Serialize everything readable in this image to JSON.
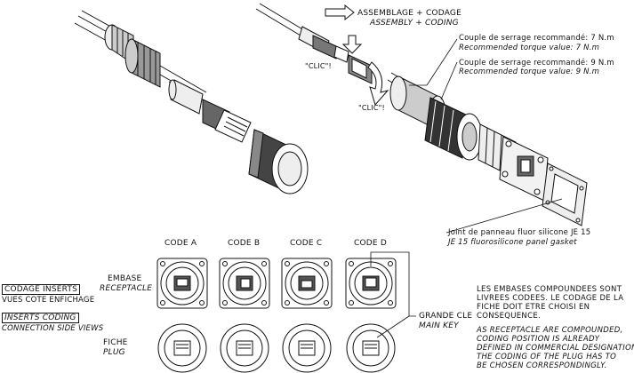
{
  "assembly": {
    "title_fr": "ASSEMBLAGE + CODAGE",
    "title_en": "ASSEMBLY + CODING",
    "clic_1": "\"CLIC\"!",
    "clic_2": "\"CLIC\"!"
  },
  "torque": {
    "plug_fr": "Couple de serrage recommandé: 7 N.m",
    "plug_en": "Recommended torque value: 7 N.m",
    "receptacle_fr": "Couple de serrage recommandé: 9 N.m",
    "receptacle_en": "Recommended torque value: 9 N.m"
  },
  "gasket": {
    "fr": "Joint de panneau fluor silicone JE 15",
    "en": "JE 15 fluorosilicone panel gasket"
  },
  "codes": [
    "CODE A",
    "CODE B",
    "CODE C",
    "CODE D"
  ],
  "rows": {
    "receptacle_fr": "EMBASE",
    "receptacle_en": "RECEPTACLE",
    "plug_fr": "FICHE",
    "plug_en": "PLUG"
  },
  "legend": {
    "coding_fr": "CODAGE INSERTS",
    "coding_fr_sub": "VUES COTE ENFICHAGE",
    "coding_en": "INSERTS CODING",
    "coding_en_sub": "CONNECTION SIDE VIEWS"
  },
  "main_key": {
    "fr": "GRANDE CLE",
    "en": "MAIN KEY"
  },
  "note": {
    "fr": [
      "LES EMBASES COMPOUNDEES SONT",
      "LIVREES CODEES. LE CODAGE DE LA",
      "FICHE DOIT ETRE CHOISI EN",
      "CONSEQUENCE."
    ],
    "en": [
      "AS RECEPTACLE ARE COMPOUNDED,",
      "CODING POSITION IS ALREADY",
      "DEFINED IN COMMERCIAL DESIGNATION",
      "THE CODING OF THE PLUG HAS TO",
      "BE CHOSEN CORRESPONDINGLY."
    ]
  }
}
